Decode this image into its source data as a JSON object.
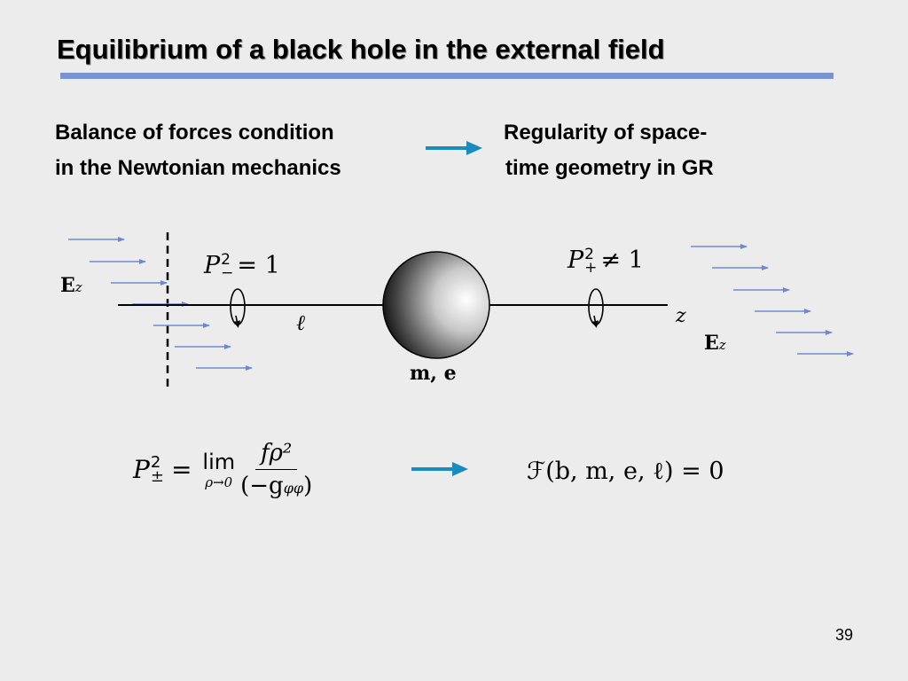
{
  "slide": {
    "title": "Equilibrium of a black hole in the external field",
    "page_number": "39",
    "accent_color": "#7893d4",
    "arrow_color": "#1a8bbf"
  },
  "left_heading": {
    "line1": "Balance of forces condition",
    "line2": "in the Newtonian  mechanics"
  },
  "right_heading": {
    "line1": "Regularity of space-",
    "line2": "time geometry in GR"
  },
  "diagram": {
    "field_label_left": "E",
    "field_label_right": "E",
    "field_subscript": "z",
    "left_condition_P": "P",
    "left_condition_sup": "2",
    "left_condition_sub": "−",
    "left_condition_rhs": "= 1",
    "right_condition_P": "P",
    "right_condition_sup": "2",
    "right_condition_sub": "+",
    "right_condition_rhs": "≠ 1",
    "ell_label": "ℓ",
    "z_label": "z",
    "mass_charge_label": "m, e"
  },
  "formula": {
    "P": "P",
    "sup": "2",
    "sub": "±",
    "eq": "=",
    "lim": "lim",
    "lim_sub": "ρ→0",
    "numerator": "fρ²",
    "denominator": "(−g",
    "denominator_sub": "φφ",
    "denominator_close": ")",
    "result": "ℱ(b, m, e, ℓ) = 0"
  }
}
